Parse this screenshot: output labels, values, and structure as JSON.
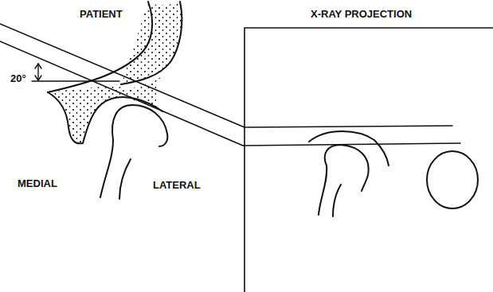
{
  "diagram": {
    "labels": [
      "PATIENT",
      "X-RAY PROJECTION",
      "20°",
      "MEDIAL",
      "LATERAL"
    ]
  }
}
